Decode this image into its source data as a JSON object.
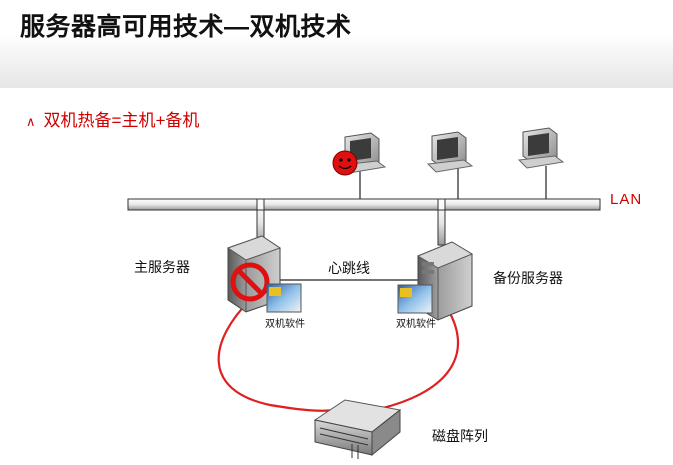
{
  "title": "服务器高可用技术—双机技术",
  "bullet": {
    "marker": "∧",
    "text": "双机热备=主机+备机"
  },
  "network": {
    "lan_label": "LAN"
  },
  "nodes": {
    "primary_server": "主服务器",
    "backup_server": "备份服务器",
    "heartbeat": "心跳线",
    "primary_software": "双机软件",
    "backup_software": "双机软件",
    "disk_array": "磁盘阵列"
  },
  "colors": {
    "accent": "#d00000",
    "cable": "#e02020"
  }
}
